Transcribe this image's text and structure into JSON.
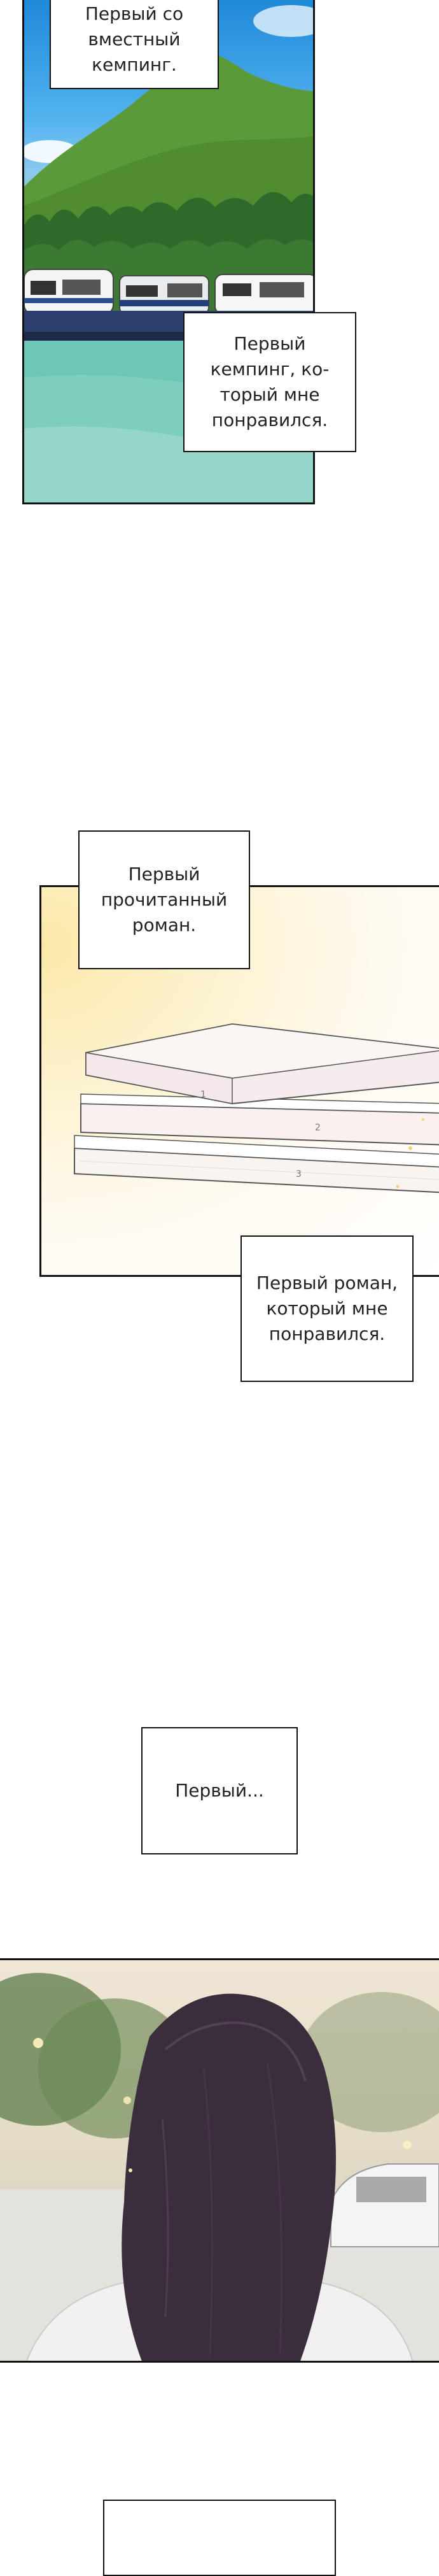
{
  "captions": {
    "first_joint_camping": "Первый со\nвместный\nкемпинг.",
    "first_liked_place": "Первый\nкемпинг, ко-\nторый мне\nпонравился.",
    "first_read_novel": "Первый\nпрочитанный\nроман.",
    "first_liked_novel": "Первый роман,\nкоторый мне\nпонравился.",
    "first_ellipsis": "Первый...",
    "empty_bottom": ""
  },
  "colors": {
    "panel_border": "#111111",
    "caption_background": "#ffffff",
    "sky": "#1d87d8",
    "water": "#6ec6b6",
    "hair": "#3a2d3c"
  }
}
